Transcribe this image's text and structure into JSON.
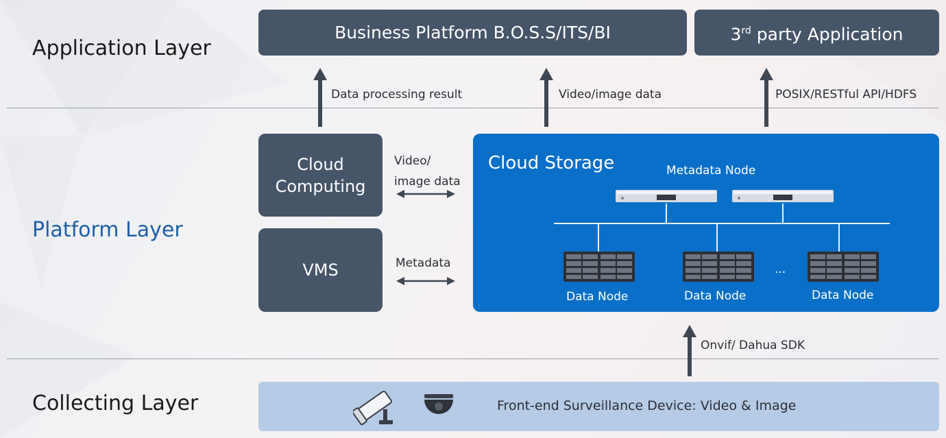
{
  "layers": {
    "application": "Application Layer",
    "platform": "Platform Layer",
    "collecting": "Collecting Layer"
  },
  "top_boxes": {
    "business": "Business Platform B.O.S.S/ITS/BI",
    "third_party_base": "3",
    "third_party_sup": "rd",
    "third_party_rest": " party Application"
  },
  "arrow_labels": {
    "data_processing": "Data processing result",
    "video_image": "Video/image data",
    "api": "POSIX/RESTful API/HDFS",
    "onvif": "Onvif/ Dahua SDK"
  },
  "left_boxes": {
    "cloud_computing": "Cloud\nComputing",
    "vms": "VMS"
  },
  "links": {
    "video_image": "Video/\nimage data",
    "metadata": "Metadata"
  },
  "storage": {
    "title": "Cloud Storage",
    "metadata_node": "Metadata Node",
    "data_node": "Data Node",
    "ellipsis": "..."
  },
  "collecting": {
    "device_text": "Front-end Surveillance Device:  Video & Image"
  },
  "colors": {
    "dark_box": "#475569",
    "storage_blue": "#0a6fc9",
    "collect_band": "#b6cbe6",
    "platform_label": "#1f5fa8"
  },
  "icons": [
    "bullet-camera-icon",
    "dome-camera-icon",
    "rack-server-icon",
    "storage-array-icon"
  ]
}
